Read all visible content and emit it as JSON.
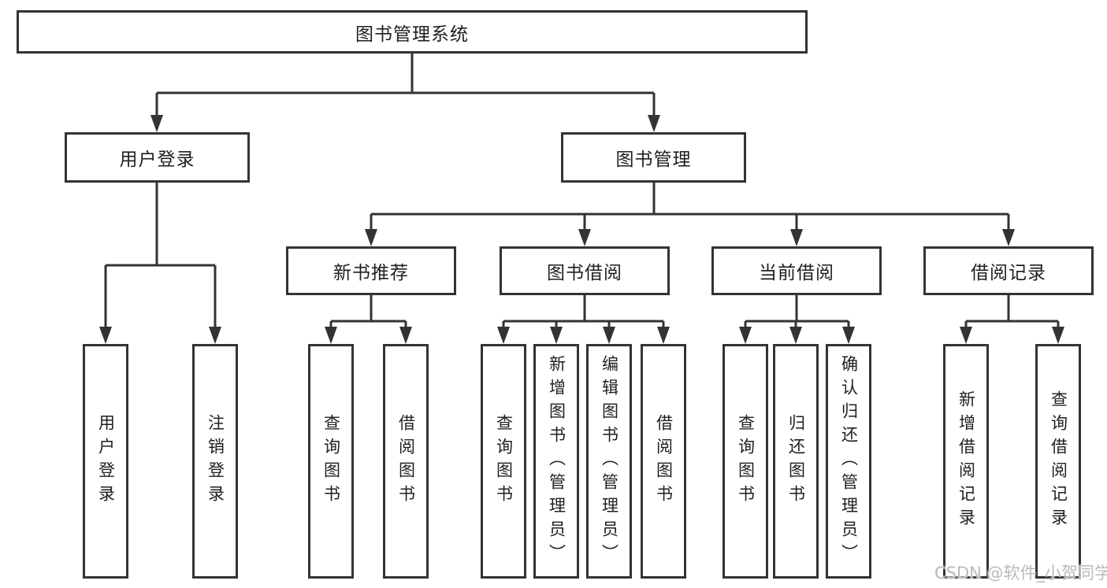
{
  "colors": {
    "line": "#333333",
    "box_border": "#333333",
    "text": "#1f1f1f",
    "background": "#ffffff",
    "watermark": "#b7babf"
  },
  "tree": {
    "root": {
      "label": "图书管理系统"
    },
    "children": [
      {
        "label": "用户登录",
        "children": [
          {
            "label": "用户登录"
          },
          {
            "label": "注销登录"
          }
        ]
      },
      {
        "label": "图书管理",
        "children": [
          {
            "label": "新书推荐",
            "children": [
              {
                "label": "查询图书"
              },
              {
                "label": "借阅图书"
              }
            ]
          },
          {
            "label": "图书借阅",
            "children": [
              {
                "label": "查询图书"
              },
              {
                "label": "新增图书（管理员）"
              },
              {
                "label": "编辑图书（管理员）"
              },
              {
                "label": "借阅图书"
              }
            ]
          },
          {
            "label": "当前借阅",
            "children": [
              {
                "label": "查询图书"
              },
              {
                "label": "归还图书"
              },
              {
                "label": "确认归还（管理员）"
              }
            ]
          },
          {
            "label": "借阅记录",
            "children": [
              {
                "label": "新增借阅记录"
              },
              {
                "label": "查询借阅记录"
              }
            ]
          }
        ]
      }
    ]
  },
  "watermark": {
    "label": "CSDN @软件_小贺同学"
  }
}
